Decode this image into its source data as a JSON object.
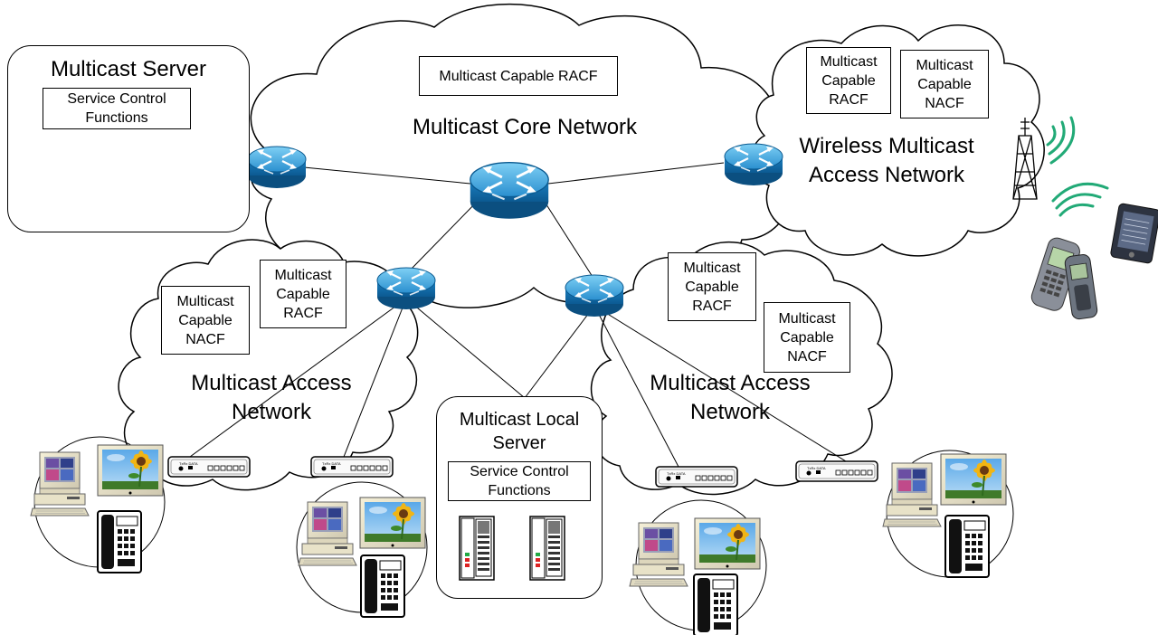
{
  "core": {
    "title": "Multicast Core Network",
    "racf": "Multicast Capable RACF"
  },
  "wireless": {
    "title_line1": "Wireless Multicast",
    "title_line2": "Access Network",
    "racf": [
      "Multicast",
      "Capable",
      "RACF"
    ],
    "nacf": [
      "Multicast",
      "Capable",
      "NACF"
    ]
  },
  "server": {
    "title": "Multicast Server",
    "functions": [
      "Service Control",
      "Functions"
    ]
  },
  "access_left": {
    "title_line1": "Multicast Access",
    "title_line2": "Network",
    "racf": [
      "Multicast",
      "Capable",
      "RACF"
    ],
    "nacf": [
      "Multicast",
      "Capable",
      "NACF"
    ]
  },
  "access_right": {
    "title_line1": "Multicast Access",
    "title_line2": "Network",
    "racf": [
      "Multicast",
      "Capable",
      "RACF"
    ],
    "nacf": [
      "Multicast",
      "Capable",
      "NACF"
    ]
  },
  "local_server": {
    "title_line1": "Multicast Local",
    "title_line2": "Server",
    "functions": [
      "Service Control",
      "Functions"
    ]
  },
  "colors": {
    "router": "#1177bb",
    "router_top": "#4fb0e0",
    "signal": "#22aa77",
    "rack": "#555555"
  }
}
